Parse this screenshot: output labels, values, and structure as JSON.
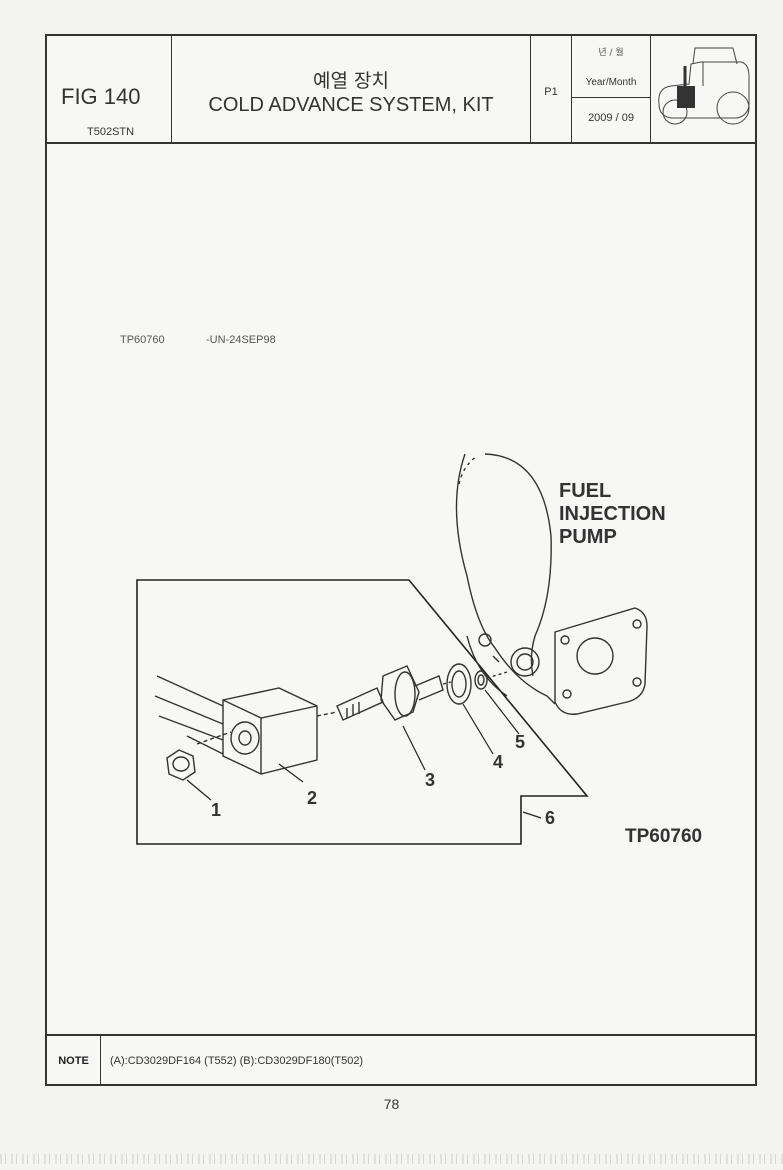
{
  "header": {
    "fig_label": "FIG 140",
    "model_code": "T502STN",
    "title_korean": "예열 장치",
    "title_english": "COLD ADVANCE SYSTEM, KIT",
    "page_code": "P1",
    "date_header_korean": "년 / 월",
    "date_label": "Year/Month",
    "date_value": "2009 / 09",
    "thumbnail_icon": "tractor-icon"
  },
  "reference": {
    "code": "TP60760",
    "suffix": "-UN-24SEP98"
  },
  "diagram": {
    "component_label": [
      "FUEL",
      "INJECTION",
      "PUMP"
    ],
    "callouts": [
      "1",
      "2",
      "3",
      "4",
      "5",
      "6"
    ],
    "figure_code": "TP60760"
  },
  "note": {
    "label": "NOTE",
    "text": "(A):CD3029DF164 (T552)  (B):CD3029DF180(T502)"
  },
  "page_number": "78"
}
